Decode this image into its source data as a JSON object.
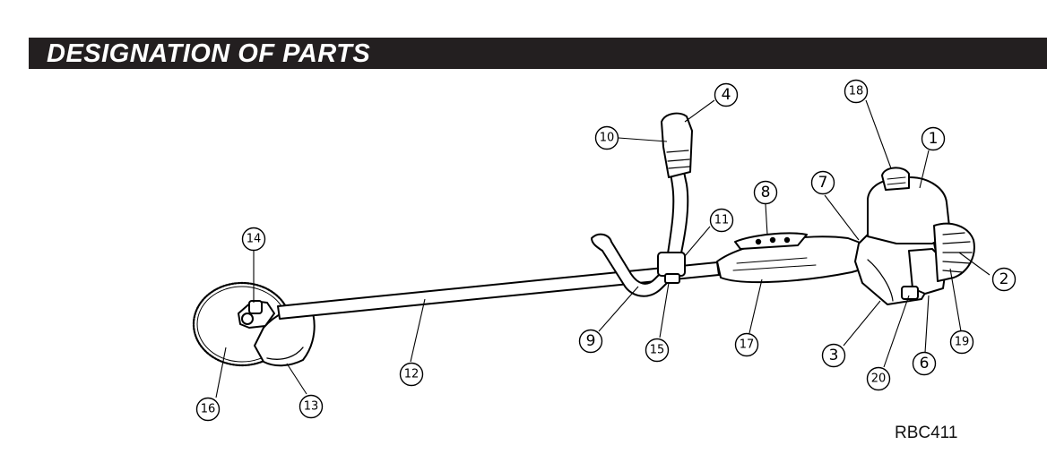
{
  "header": {
    "title": "DESIGNATION OF PARTS"
  },
  "model_code": "RBC411",
  "callouts": [
    {
      "id": "c1",
      "number": "1"
    },
    {
      "id": "c2",
      "number": "2"
    },
    {
      "id": "c3",
      "number": "3"
    },
    {
      "id": "c4",
      "number": "4"
    },
    {
      "id": "c6",
      "number": "6"
    },
    {
      "id": "c7",
      "number": "7"
    },
    {
      "id": "c8",
      "number": "8"
    },
    {
      "id": "c9",
      "number": "9"
    },
    {
      "id": "c10",
      "number": "10"
    },
    {
      "id": "c11",
      "number": "11"
    },
    {
      "id": "c12",
      "number": "12"
    },
    {
      "id": "c13",
      "number": "13"
    },
    {
      "id": "c14",
      "number": "14"
    },
    {
      "id": "c15",
      "number": "15"
    },
    {
      "id": "c16",
      "number": "16"
    },
    {
      "id": "c17",
      "number": "17"
    },
    {
      "id": "c18",
      "number": "18"
    },
    {
      "id": "c19",
      "number": "19"
    },
    {
      "id": "c20",
      "number": "20"
    }
  ]
}
